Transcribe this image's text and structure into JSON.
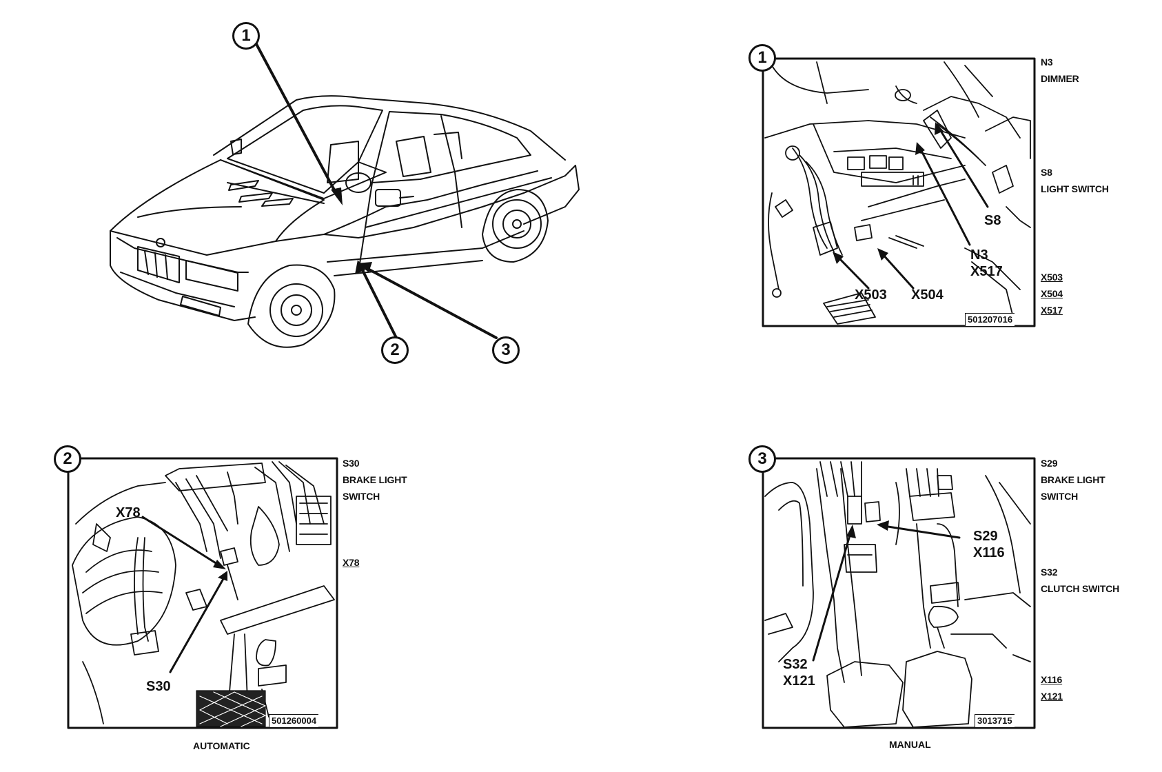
{
  "callouts": {
    "c1": "1",
    "c2": "2",
    "c3": "3"
  },
  "panel1": {
    "number": "1",
    "figure_id": "501207016",
    "pointer_labels": {
      "s8": "S8",
      "n3": "N3",
      "x517": "X517",
      "x503": "X503",
      "x504": "X504"
    },
    "legend": {
      "n3_code": "N3",
      "n3_name": "DIMMER",
      "s8_code": "S8",
      "s8_name": "LIGHT SWITCH",
      "connectors": [
        "X503",
        "X504",
        "X517"
      ]
    }
  },
  "panel2": {
    "number": "2",
    "figure_id": "501260004",
    "pointer_labels": {
      "x78": "X78",
      "s30": "S30"
    },
    "legend": {
      "code": "S30",
      "name_line1": "BRAKE LIGHT",
      "name_line2": "SWITCH",
      "connector": "X78"
    },
    "caption": "AUTOMATIC"
  },
  "panel3": {
    "number": "3",
    "figure_id": "3013715",
    "pointer_labels": {
      "s29": "S29",
      "x116": "X116",
      "s32": "S32",
      "x121": "X121"
    },
    "legend": {
      "s29_code": "S29",
      "s29_name_line1": "BRAKE LIGHT",
      "s29_name_line2": "SWITCH",
      "s32_code": "S32",
      "s32_name": "CLUTCH SWITCH",
      "connectors": [
        "X116",
        "X121"
      ]
    },
    "caption": "MANUAL"
  }
}
